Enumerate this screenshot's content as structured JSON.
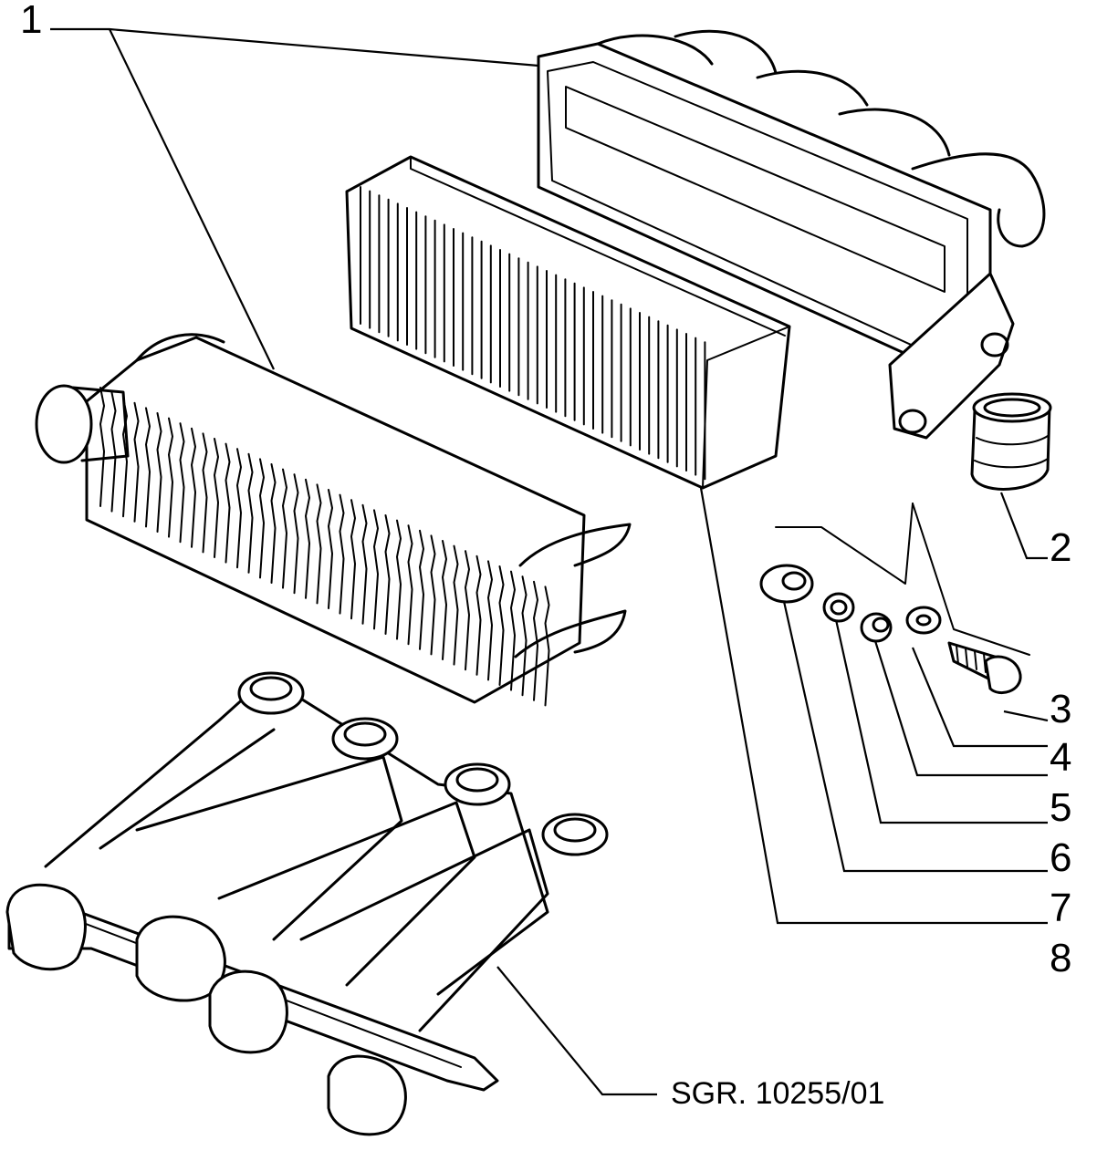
{
  "diagram": {
    "callouts": [
      {
        "id": "1",
        "label": "1"
      },
      {
        "id": "2",
        "label": "2"
      },
      {
        "id": "3",
        "label": "3"
      },
      {
        "id": "4",
        "label": "4"
      },
      {
        "id": "5",
        "label": "5"
      },
      {
        "id": "6",
        "label": "6"
      },
      {
        "id": "7",
        "label": "7"
      },
      {
        "id": "8",
        "label": "8"
      }
    ],
    "reference_code": "SGR. 10255/01"
  }
}
